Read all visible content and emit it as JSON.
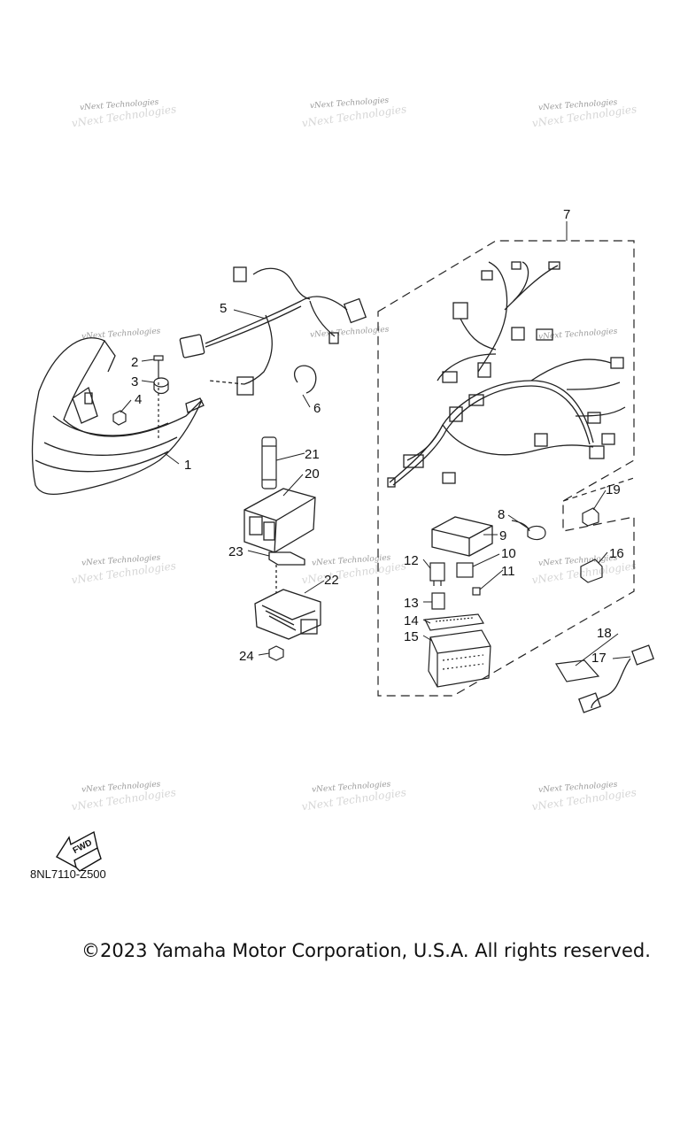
{
  "watermark_text": "vNext Technologies",
  "callouts": {
    "c1": "1",
    "c2": "2",
    "c3": "3",
    "c4": "4",
    "c5": "5",
    "c6": "6",
    "c7": "7",
    "c8": "8",
    "c9": "9",
    "c10": "10",
    "c11": "11",
    "c12": "12",
    "c13": "13",
    "c14": "14",
    "c15": "15",
    "c16": "16",
    "c17": "17",
    "c18": "18",
    "c19": "19",
    "c20": "20",
    "c21": "21",
    "c22": "22",
    "c23": "23",
    "c24": "24"
  },
  "fwd_label": "FWD",
  "part_code": "8NL7110-Z500",
  "copyright": "©2023 Yamaha Motor Corporation, U.S.A. All rights reserved."
}
